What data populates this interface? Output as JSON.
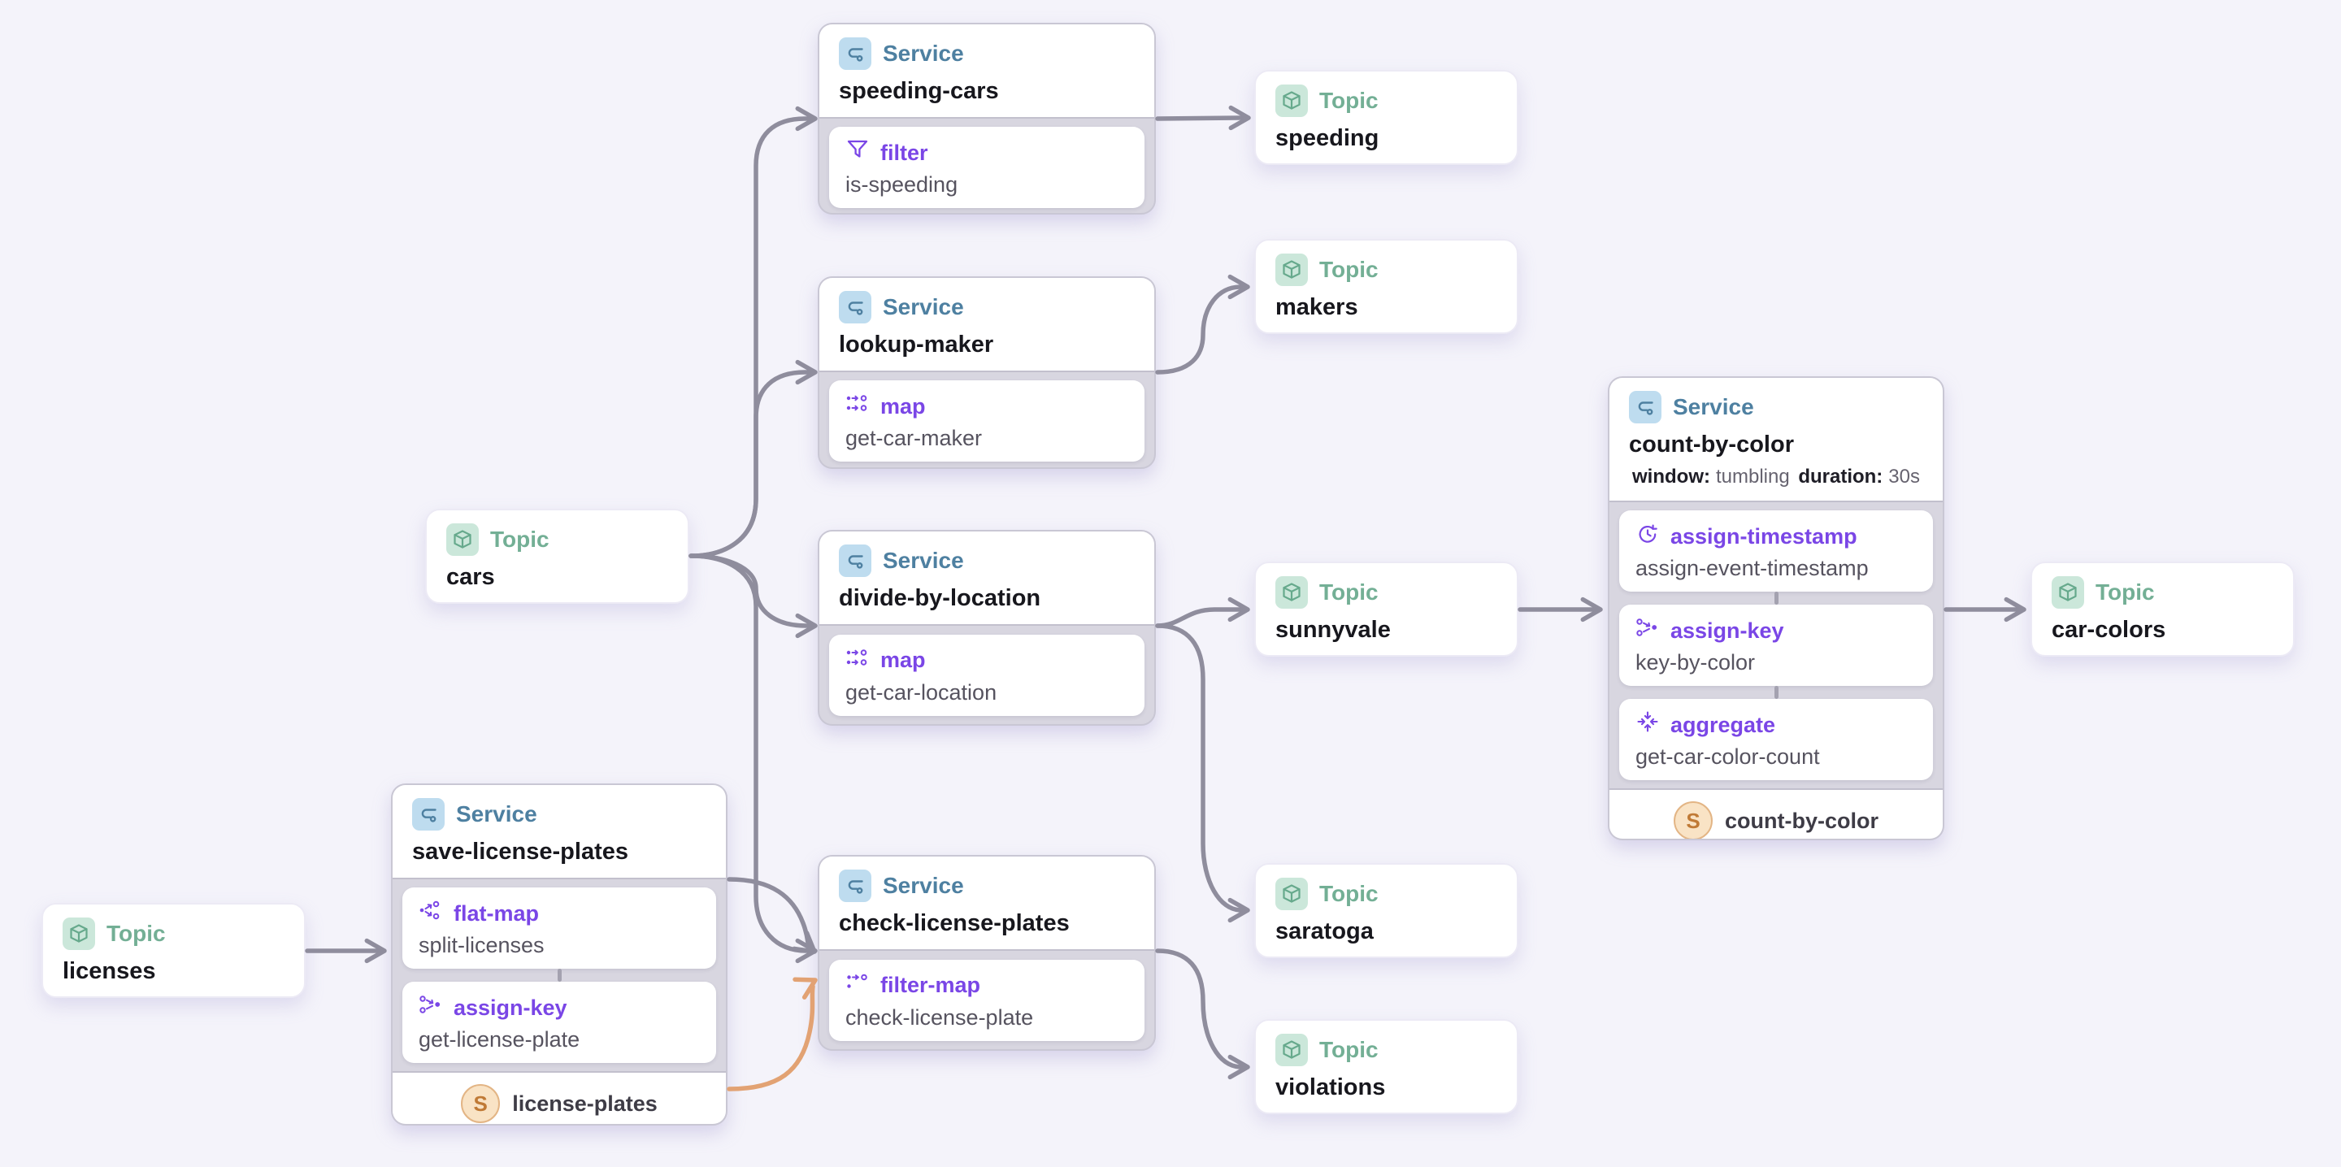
{
  "diagram": {
    "node_types": {
      "service_label": "Service",
      "topic_label": "Topic"
    },
    "colors": {
      "background": "#F4F3FA",
      "service_accent": "#4E80A1",
      "topic_accent": "#73AF95",
      "operation_accent": "#7A46E6",
      "edge": "#8F8D9D",
      "state_store_edge": "#E2A273",
      "state_store_badge": "#C07A36"
    },
    "nodes": [
      {
        "id": "speeding-cars",
        "kind": "service",
        "name": "speeding-cars",
        "operations": [
          {
            "type": "filter",
            "name": "is-speeding",
            "icon": "filter-icon"
          }
        ]
      },
      {
        "id": "speeding",
        "kind": "topic",
        "name": "speeding"
      },
      {
        "id": "lookup-maker",
        "kind": "service",
        "name": "lookup-maker",
        "operations": [
          {
            "type": "map",
            "name": "get-car-maker",
            "icon": "map-icon"
          }
        ]
      },
      {
        "id": "makers",
        "kind": "topic",
        "name": "makers"
      },
      {
        "id": "cars",
        "kind": "topic",
        "name": "cars"
      },
      {
        "id": "divide-by-location",
        "kind": "service",
        "name": "divide-by-location",
        "operations": [
          {
            "type": "map",
            "name": "get-car-location",
            "icon": "map-icon"
          }
        ]
      },
      {
        "id": "sunnyvale",
        "kind": "topic",
        "name": "sunnyvale"
      },
      {
        "id": "count-by-color",
        "kind": "service",
        "name": "count-by-color",
        "meta": [
          {
            "label": "window:",
            "value": "tumbling"
          },
          {
            "label": "duration:",
            "value": "30s"
          }
        ],
        "operations": [
          {
            "type": "assign-timestamp",
            "name": "assign-event-timestamp",
            "icon": "assign-timestamp-icon"
          },
          {
            "type": "assign-key",
            "name": "key-by-color",
            "icon": "assign-key-icon"
          },
          {
            "type": "aggregate",
            "name": "get-car-color-count",
            "icon": "aggregate-icon"
          }
        ],
        "state_store": {
          "badge": "S",
          "name": "count-by-color"
        }
      },
      {
        "id": "car-colors",
        "kind": "topic",
        "name": "car-colors"
      },
      {
        "id": "save-license-plates",
        "kind": "service",
        "name": "save-license-plates",
        "operations": [
          {
            "type": "flat-map",
            "name": "split-licenses",
            "icon": "flat-map-icon"
          },
          {
            "type": "assign-key",
            "name": "get-license-plate",
            "icon": "assign-key-icon"
          }
        ],
        "state_store": {
          "badge": "S",
          "name": "license-plates"
        }
      },
      {
        "id": "licenses",
        "kind": "topic",
        "name": "licenses"
      },
      {
        "id": "check-license-plates",
        "kind": "service",
        "name": "check-license-plates",
        "operations": [
          {
            "type": "filter-map",
            "name": "check-license-plate",
            "icon": "filter-map-icon"
          }
        ]
      },
      {
        "id": "saratoga",
        "kind": "topic",
        "name": "saratoga"
      },
      {
        "id": "violations",
        "kind": "topic",
        "name": "violations"
      }
    ],
    "edges": [
      {
        "from": "cars",
        "to": "speeding-cars",
        "style": "stream"
      },
      {
        "from": "cars",
        "to": "lookup-maker",
        "style": "stream"
      },
      {
        "from": "cars",
        "to": "divide-by-location",
        "style": "stream"
      },
      {
        "from": "cars",
        "to": "check-license-plates",
        "style": "stream"
      },
      {
        "from": "speeding-cars",
        "to": "speeding",
        "style": "stream"
      },
      {
        "from": "lookup-maker",
        "to": "makers",
        "style": "stream"
      },
      {
        "from": "divide-by-location",
        "to": "sunnyvale",
        "style": "stream"
      },
      {
        "from": "divide-by-location",
        "to": "saratoga",
        "style": "stream"
      },
      {
        "from": "sunnyvale",
        "to": "count-by-color",
        "style": "stream"
      },
      {
        "from": "count-by-color",
        "to": "car-colors",
        "style": "stream"
      },
      {
        "from": "licenses",
        "to": "save-license-plates",
        "style": "stream"
      },
      {
        "from": "save-license-plates",
        "to": "check-license-plates",
        "style": "stream"
      },
      {
        "from": "license-plates",
        "to": "check-license-plates",
        "style": "state-store"
      },
      {
        "from": "check-license-plates",
        "to": "violations",
        "style": "stream"
      }
    ]
  }
}
